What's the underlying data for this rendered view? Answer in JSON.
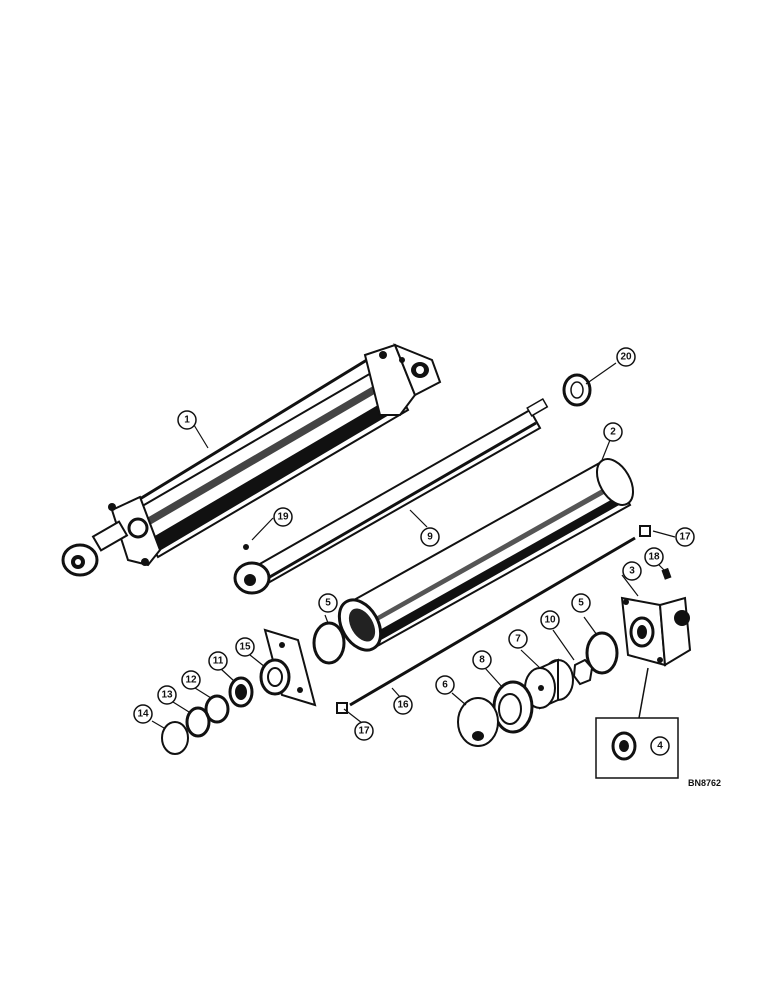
{
  "figure": {
    "reference_code": "BN8762",
    "callouts": {
      "c1": "1",
      "c2": "2",
      "c3": "3",
      "c4": "4",
      "c5a": "5",
      "c5b": "5",
      "c6": "6",
      "c7": "7",
      "c8": "8",
      "c9": "9",
      "c10": "10",
      "c11": "11",
      "c12": "12",
      "c13": "13",
      "c14": "14",
      "c15": "15",
      "c16": "16",
      "c17a": "17",
      "c17b": "17",
      "c18": "18",
      "c19": "19",
      "c20": "20"
    }
  }
}
